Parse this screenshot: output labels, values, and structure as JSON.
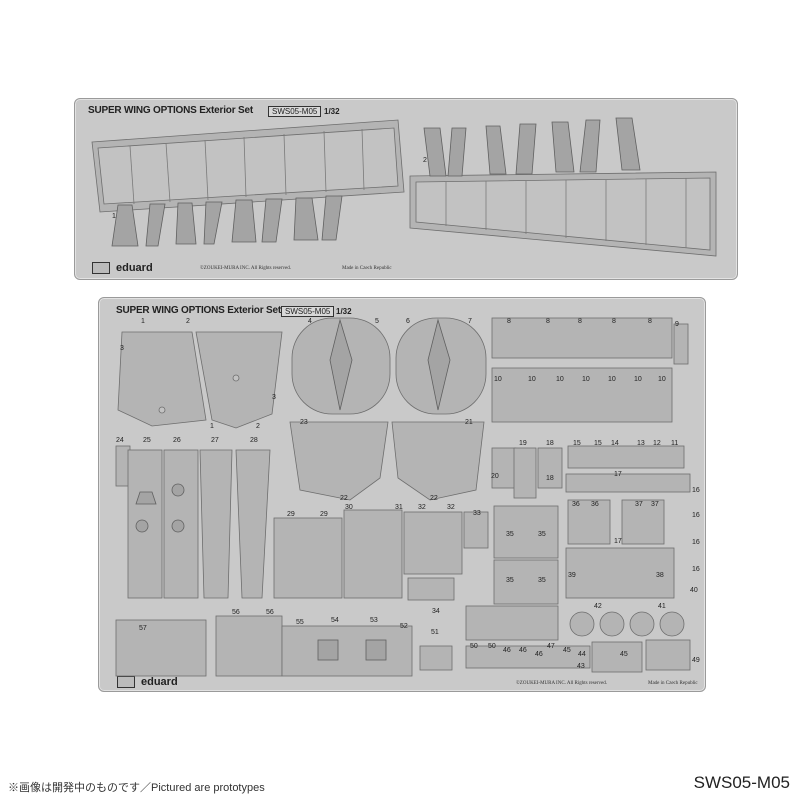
{
  "fret_top": {
    "title": "SUPER WING OPTIONS Exterior Set",
    "code": "SWS05-M05",
    "scale": "1/32",
    "brand": "eduard",
    "copyright": "©ZOUKEI-MURA INC. All Rights reserved.",
    "made_in": "Made in Czech Republic",
    "part_numbers": [
      "1",
      "2"
    ]
  },
  "fret_bottom": {
    "title": "SUPER WING OPTIONS Exterior Set",
    "code": "SWS05-M05",
    "scale": "1/32",
    "brand": "eduard",
    "copyright": "©ZOUKEI-MURA INC. All Rights reserved.",
    "made_in": "Made in Czech Republic",
    "part_numbers": [
      "1",
      "2",
      "3",
      "3",
      "1",
      "2",
      "4",
      "5",
      "6",
      "7",
      "8",
      "8",
      "8",
      "8",
      "8",
      "9",
      "10",
      "10",
      "10",
      "10",
      "10",
      "10",
      "10",
      "24",
      "25",
      "26",
      "27",
      "28",
      "23",
      "21",
      "22",
      "22",
      "19",
      "18",
      "15",
      "15",
      "14",
      "13",
      "12",
      "11",
      "20",
      "18",
      "17",
      "16",
      "16",
      "16",
      "16",
      "29",
      "29",
      "30",
      "31",
      "32",
      "32",
      "33",
      "35",
      "35",
      "36",
      "36",
      "37",
      "37",
      "35",
      "35",
      "17",
      "39",
      "38",
      "40",
      "34",
      "42",
      "41",
      "57",
      "56",
      "56",
      "55",
      "54",
      "53",
      "52",
      "51",
      "50",
      "50",
      "46",
      "46",
      "47",
      "46",
      "45",
      "44",
      "45",
      "43",
      "49"
    ]
  },
  "caption": {
    "note": "※画像は開発中のものです／Pictured are prototypes",
    "product_code": "SWS05-M05"
  }
}
